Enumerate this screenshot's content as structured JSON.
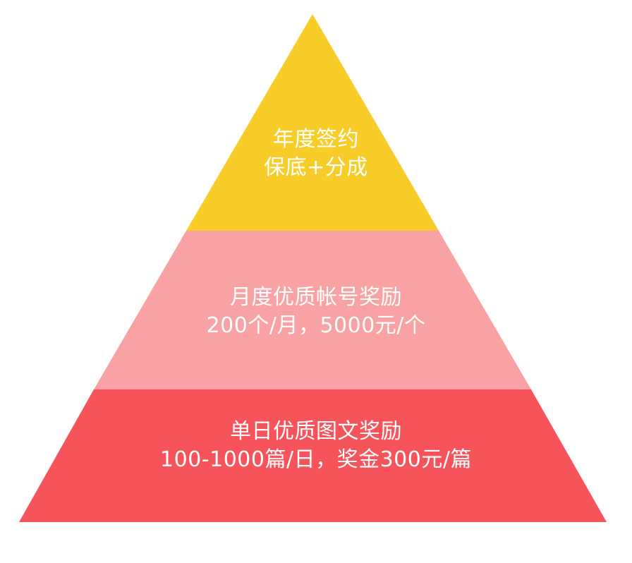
{
  "colors": {
    "top": "#F8CD29",
    "middle": "#F9A2A3",
    "bottom": "#F7535B",
    "text": "#FFFFFF"
  },
  "tiers": {
    "top": {
      "line1": "年度签约",
      "line2": "保底+分成"
    },
    "middle": {
      "line1": "月度优质帐号奖励",
      "line2": "200个/月，5000元/个"
    },
    "bottom": {
      "line1": "单日优质图文奖励",
      "line2": "100-1000篇/日，奖金300元/篇"
    }
  }
}
